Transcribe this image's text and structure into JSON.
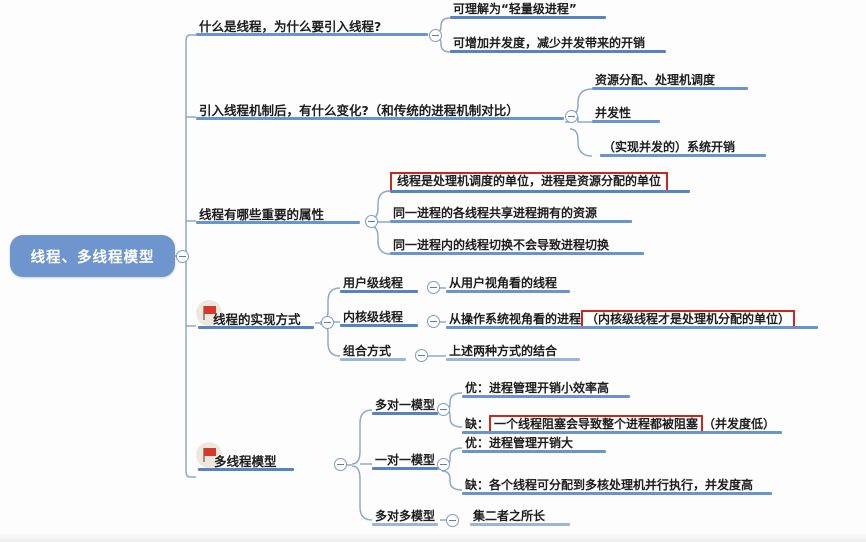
{
  "document": {
    "type": "mindmap",
    "root_label": "线程、多线程模型",
    "accent_color": "#6e95cd",
    "highlight_color": "#c8281e",
    "background_color": "#fdfdfd"
  },
  "toggle_icon_name": "collapse-minus-icon",
  "nodes": {
    "root": "线程、多线程模型",
    "b1": "什么是线程，为什么要引入线程?",
    "b1c1": "可理解为“轻量级进程”",
    "b1c2": "可增加并发度，减少并发带来的开销",
    "b2": "引入线程机制后，有什么变化?（和传统的进程机制对比）",
    "b2c1": "资源分配、处理机调度",
    "b2c2": "并发性",
    "b2c3": "（实现并发的）系统开销",
    "b3": "线程有哪些重要的属性",
    "b3c1": "线程是处理机调度的单位，进程是资源分配的单位",
    "b3c2": "同一进程的各线程共享进程拥有的资源",
    "b3c3": "同一进程内的线程切换不会导致进程切换",
    "b4": "线程的实现方式",
    "b4c1": "用户级线程",
    "b4c1d1": "从用户视角看的线程",
    "b4c2": "内核级线程",
    "b4c2d1_plain": "从操作系统视角看的进程",
    "b4c2d1_hl": "（内核级线程才是处理机分配的单位）",
    "b4c3": "组合方式",
    "b4c3d1": "上述两种方式的结合",
    "b5": "多线程模型",
    "b5c1": "多对一模型",
    "b5c1d1": "优：进程管理开销小效率高",
    "b5c1d2_pre": "缺：",
    "b5c1d2_hl": "一个线程阻塞会导致整个进程都被阻塞",
    "b5c1d2_post": "（并发度低）",
    "b5c2": "一对一模型",
    "b5c2d1": "优：进程管理开销大",
    "b5c2d2": "缺：各个线程可分配到多核处理机并行执行，并发度高",
    "b5c3": "多对多模型",
    "b5c3d1": "集二者之所长"
  }
}
